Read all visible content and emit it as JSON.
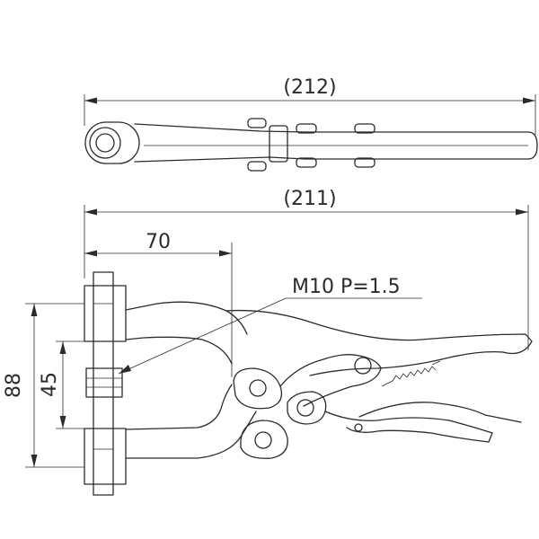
{
  "dimensions": {
    "top_length": "(212)",
    "side_length": "(211)",
    "clamp_depth": "70",
    "thread_spec": "M10 P=1.5",
    "total_height": "88",
    "pad_spacing": "45"
  }
}
